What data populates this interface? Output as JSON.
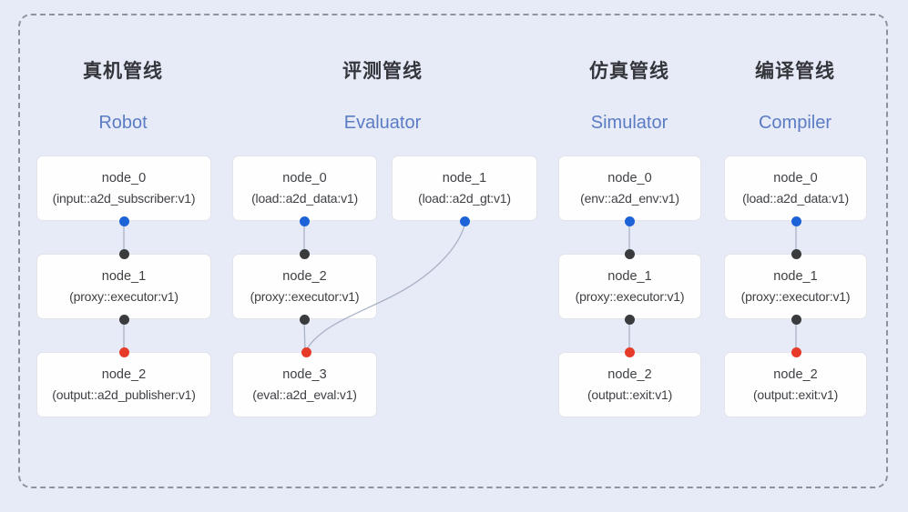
{
  "colors": {
    "background": "#e7ebf8",
    "box_bg": "#fefefe",
    "box_border": "#e2e4ea",
    "node_text": "#3f4145",
    "pipeline_title": "#34363b",
    "pipeline_subtitle": "#5b7cc4",
    "connector": "#a9b3c6",
    "dashed_border": "#8d939e",
    "dot_blue": "#1d63d8",
    "dot_black": "#3a3b3d",
    "dot_red": "#e73b2a"
  },
  "pipelines": [
    {
      "title": "真机管线",
      "subtitle": "Robot",
      "nodes": [
        {
          "name": "node_0",
          "impl": "(input::a2d_subscriber:v1)"
        },
        {
          "name": "node_1",
          "impl": "(proxy::executor:v1)"
        },
        {
          "name": "node_2",
          "impl": "(output::a2d_publisher:v1)"
        }
      ]
    },
    {
      "title": "评测管线",
      "subtitle": "Evaluator",
      "nodes": [
        {
          "name": "node_0",
          "impl": "(load::a2d_data:v1)"
        },
        {
          "name": "node_1",
          "impl": "(load::a2d_gt:v1)"
        },
        {
          "name": "node_2",
          "impl": "(proxy::executor:v1)"
        },
        {
          "name": "node_3",
          "impl": "(eval::a2d_eval:v1)"
        }
      ]
    },
    {
      "title": "仿真管线",
      "subtitle": "Simulator",
      "nodes": [
        {
          "name": "node_0",
          "impl": "(env::a2d_env:v1)"
        },
        {
          "name": "node_1",
          "impl": "(proxy::executor:v1)"
        },
        {
          "name": "node_2",
          "impl": "(output::exit:v1)"
        }
      ]
    },
    {
      "title": "编译管线",
      "subtitle": "Compiler",
      "nodes": [
        {
          "name": "node_0",
          "impl": "(load::a2d_data:v1)"
        },
        {
          "name": "node_1",
          "impl": "(proxy::executor:v1)"
        },
        {
          "name": "node_2",
          "impl": "(output::exit:v1)"
        }
      ]
    }
  ]
}
